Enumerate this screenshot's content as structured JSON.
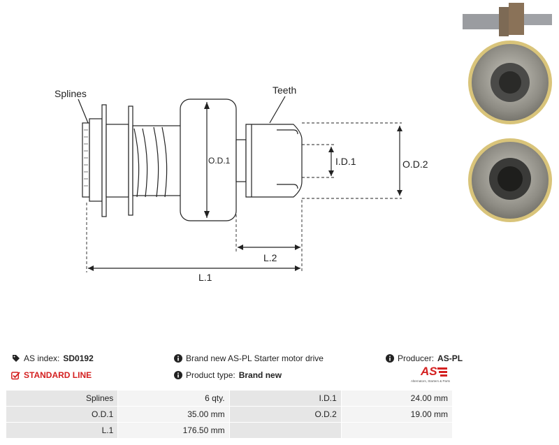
{
  "diagram": {
    "labels": {
      "splines": "Splines",
      "teeth": "Teeth",
      "od1": "O.D.1",
      "id1": "I.D.1",
      "od2": "O.D.2",
      "l2": "L.2",
      "l1": "L.1"
    }
  },
  "info": {
    "as_index_label": "AS index:",
    "as_index_value": "SD0192",
    "description": "Brand new AS-PL Starter motor drive",
    "producer_label": "Producer:",
    "producer_value": "AS-PL",
    "line_label": "STANDARD LINE",
    "product_type_label": "Product type:",
    "product_type_value": "Brand new",
    "logo_text": "AS",
    "logo_sub": "Alternators, Starters & Parts"
  },
  "specs": {
    "rows": [
      [
        "Splines",
        "6 qty.",
        "I.D.1",
        "24.00 mm"
      ],
      [
        "O.D.1",
        "35.00 mm",
        "O.D.2",
        "19.00 mm"
      ],
      [
        "L.1",
        "176.50 mm",
        "",
        ""
      ]
    ]
  },
  "colors": {
    "accent": "#d42020",
    "line": "#222222"
  }
}
